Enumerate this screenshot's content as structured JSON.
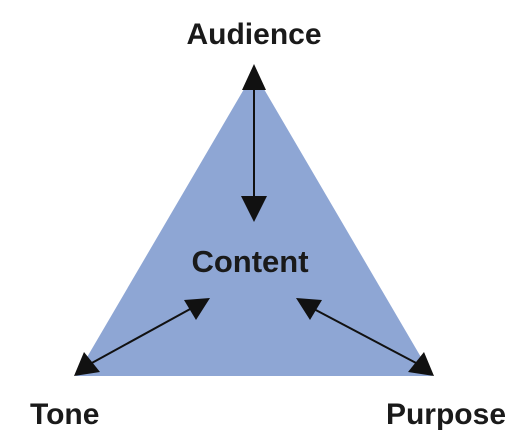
{
  "diagram": {
    "top_label": "Audience",
    "center_label": "Content",
    "left_label": "Tone",
    "right_label": "Purpose"
  },
  "colors": {
    "triangle_fill": "#8ea6d4",
    "arrow": "#111111",
    "text": "#1a1a1a",
    "background": "#ffffff"
  }
}
